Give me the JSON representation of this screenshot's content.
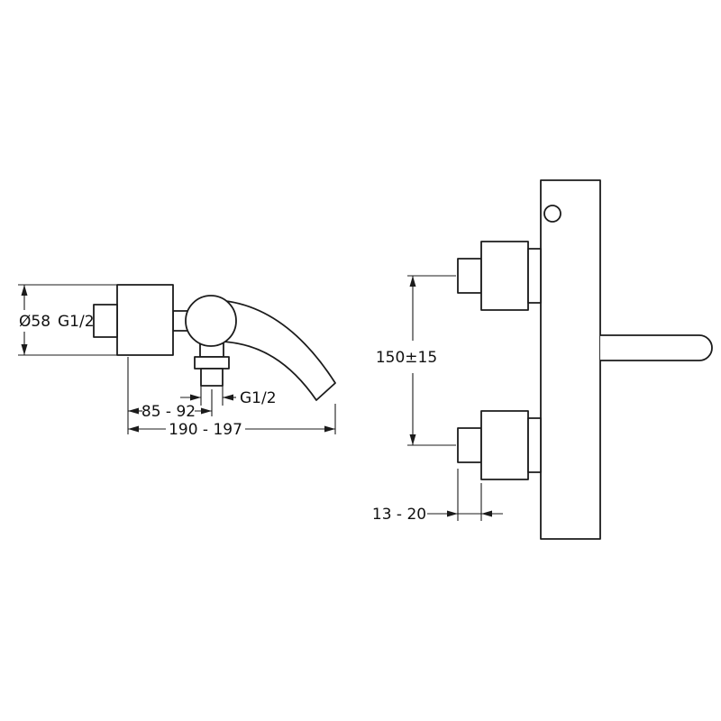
{
  "drawing": {
    "description": "Technical dimension drawing of a wall-mounted bath/shower mixer tap, side view and front view",
    "side_view": {
      "dim_diameter": "Ø58",
      "dim_inlet_thread": "G1/2",
      "dim_outlet_thread": "G1/2",
      "dim_spout_offset": "85 - 92",
      "dim_spout_reach": "190 - 197"
    },
    "front_view": {
      "dim_center_distance": "150±15",
      "dim_depth_range": "13 - 20"
    },
    "colors": {
      "line": "#1b1b1b",
      "background": "#ffffff"
    }
  }
}
